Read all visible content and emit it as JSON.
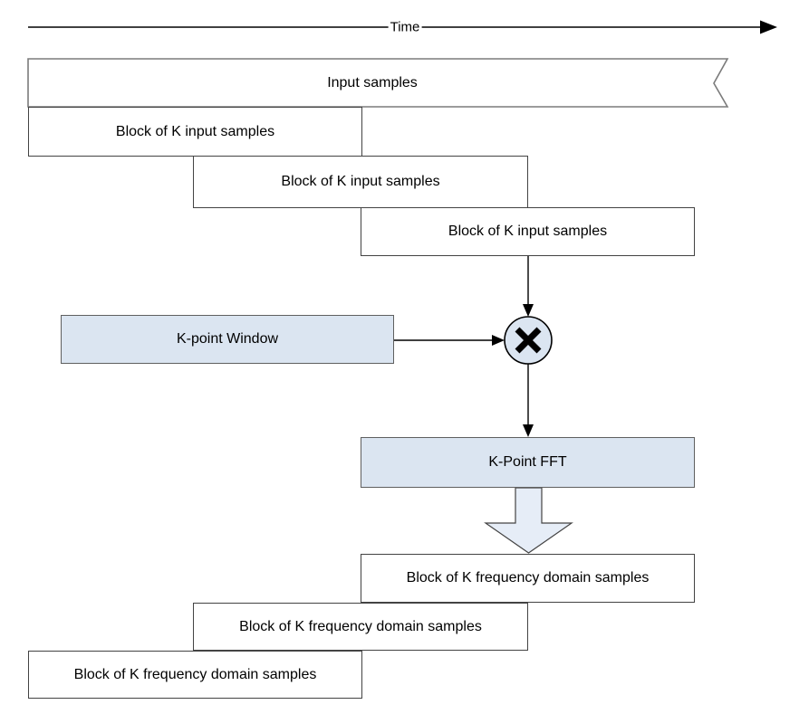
{
  "diagram": {
    "timeline": {
      "label": "Time"
    },
    "input_stream": {
      "label": "Input samples"
    },
    "input_blocks": [
      {
        "label": "Block of K input samples"
      },
      {
        "label": "Block of K input samples"
      },
      {
        "label": "Block of K input samples"
      }
    ],
    "window_box": {
      "label": "K-point Window"
    },
    "multiplier": {
      "symbol": "×"
    },
    "fft_box": {
      "label": "K-Point FFT"
    },
    "output_blocks": [
      {
        "label": "Block of K frequency domain samples"
      },
      {
        "label": "Block of K frequency domain samples"
      },
      {
        "label": "Block of K frequency domain samples"
      }
    ],
    "colors": {
      "highlight_fill": "#dbe5f1",
      "arrow_fill": "#e6edf7",
      "box_border": "#434343",
      "highlight_border": "#5f5f5f",
      "stream_border": "#7b7b7b",
      "line": "#000000",
      "background": "#ffffff"
    }
  }
}
